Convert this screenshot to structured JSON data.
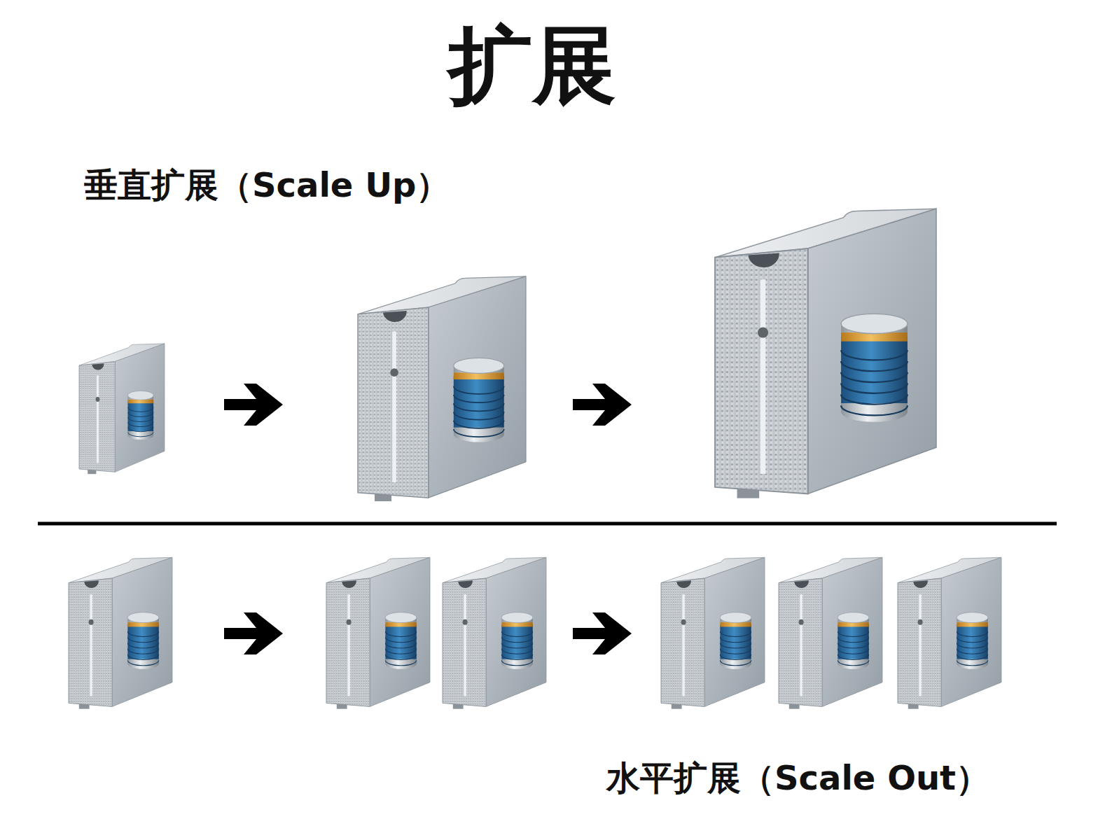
{
  "diagram": {
    "title": "扩展",
    "labels": [
      "垂直扩展（Scale Up）",
      "水平扩展（Scale Out）"
    ]
  }
}
